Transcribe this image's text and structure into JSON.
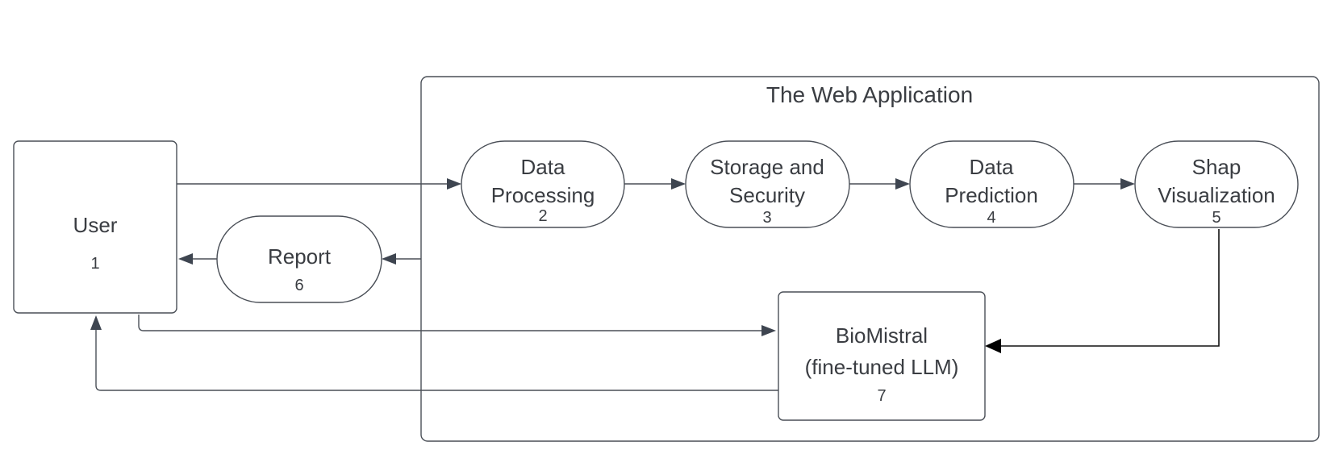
{
  "container": {
    "title": "The Web Application"
  },
  "nodes": {
    "user": {
      "label": "User",
      "num": "1"
    },
    "data_processing": {
      "line1": "Data",
      "line2": "Processing",
      "num": "2"
    },
    "storage_security": {
      "line1": "Storage and",
      "line2": "Security",
      "num": "3"
    },
    "data_prediction": {
      "line1": "Data",
      "line2": "Prediction",
      "num": "4"
    },
    "shap_visualization": {
      "line1": "Shap",
      "line2": "Visualization",
      "num": "5"
    },
    "report": {
      "label": "Report",
      "num": "6"
    },
    "biomistral": {
      "line1": "BioMistral",
      "line2": "(fine-tuned LLM)",
      "num": "7"
    }
  },
  "colors": {
    "stroke": "#4a4f57",
    "text": "#3a3d42",
    "dark_arrow": "#000000",
    "background": "#ffffff"
  }
}
